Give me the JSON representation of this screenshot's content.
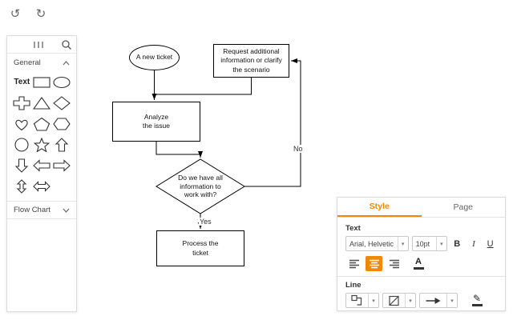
{
  "colors": {
    "accent": "#F08705",
    "shape_stroke": "#333333",
    "node_stroke": "#000000",
    "panel_border": "#dcdcdc"
  },
  "toolbar": {
    "undo_icon": "↺",
    "redo_icon": "↻"
  },
  "shapes_panel": {
    "general_section_label": "General",
    "flowchart_section_label": "Flow Chart",
    "text_item_label": "Text",
    "icons": [
      "drag-handle-icon",
      "search-icon",
      "chevron-up-icon",
      "chevron-down-icon"
    ],
    "shape_names": [
      "text",
      "rectangle",
      "ellipse",
      "cross",
      "triangle",
      "diamond",
      "heart",
      "pentagon",
      "hexagon",
      "circle",
      "star",
      "arrow-up",
      "arrow-down",
      "arrow-left",
      "arrow-right",
      "arrow-up-down",
      "arrow-left-right"
    ]
  },
  "canvas": {
    "nodes": {
      "start": "A new ticket",
      "request": "Request additional\ninformation or clarify\nthe scenario",
      "analyze": "Analyze\nthe issue",
      "decision": "Do we have all\ninformation to\nwork with?",
      "process": "Process the\nticket"
    },
    "edge_labels": {
      "yes": "Yes",
      "no": "No"
    }
  },
  "format_panel": {
    "tabs": {
      "style": "Style",
      "page": "Page"
    },
    "text_section_label": "Text",
    "font_family_value": "Arial, Helvetic",
    "font_size_value": "10pt",
    "bold_label": "B",
    "italic_label": "I",
    "underline_label": "U",
    "dropdown_arrow": "▾",
    "line_section_label": "Line"
  }
}
